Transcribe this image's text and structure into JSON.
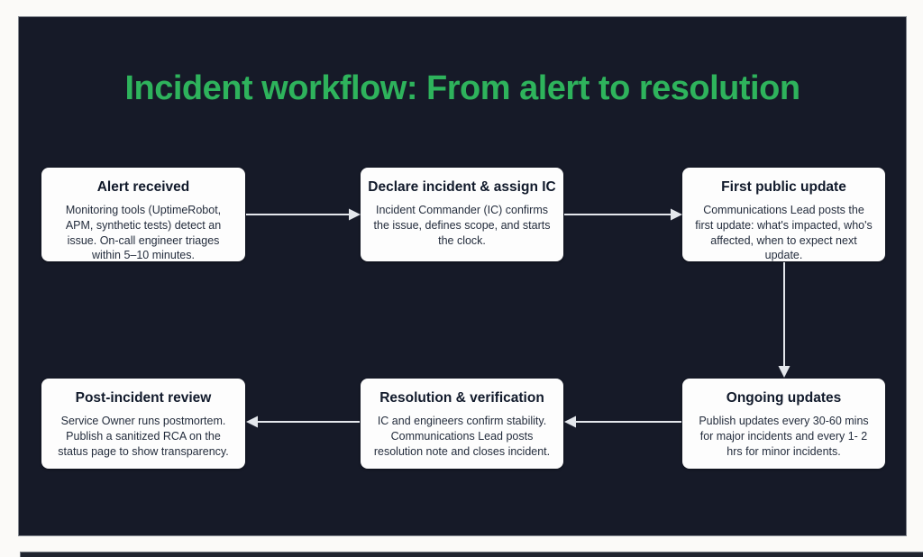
{
  "page": {
    "title": "Incident workflow: From alert to resolution"
  },
  "colors": {
    "page_bg": "#fbfaf8",
    "panel_bg": "#161a28",
    "title_green": "#2eb35c",
    "card_bg": "#fdfdfd",
    "card_title_color": "#111a2b",
    "card_body_color": "#242d3d",
    "arrow_color": "#e4e7ec"
  },
  "steps": [
    {
      "id": "alert-received",
      "title": "Alert received",
      "body": "Monitoring tools (UptimeRobot, APM, synthetic tests) detect an issue. On-call engineer triages within 5–10 minutes."
    },
    {
      "id": "declare-incident-assign-ic",
      "title": "Declare incident & assign IC",
      "body": "Incident Commander (IC) confirms the issue, defines scope, and starts the clock."
    },
    {
      "id": "first-public-update",
      "title": "First public update",
      "body": "Communications Lead posts the first update: what's impacted, who's affected, when to expect next update."
    },
    {
      "id": "ongoing-updates",
      "title": "Ongoing updates",
      "body": "Publish updates every 30-60 mins for major incidents and every 1- 2 hrs for minor incidents."
    },
    {
      "id": "resolution-verification",
      "title": "Resolution & verification",
      "body": "IC and engineers confirm stability. Communications Lead posts resolution note and closes incident."
    },
    {
      "id": "post-incident-review",
      "title": "Post-incident review",
      "body": "Service Owner runs postmortem. Publish a sanitized RCA on the status page to show transparency."
    }
  ],
  "flow": {
    "connections": [
      "alert-received -> declare-incident-assign-ic",
      "declare-incident-assign-ic -> first-public-update",
      "first-public-update -> ongoing-updates",
      "ongoing-updates -> resolution-verification",
      "resolution-verification -> post-incident-review"
    ]
  }
}
